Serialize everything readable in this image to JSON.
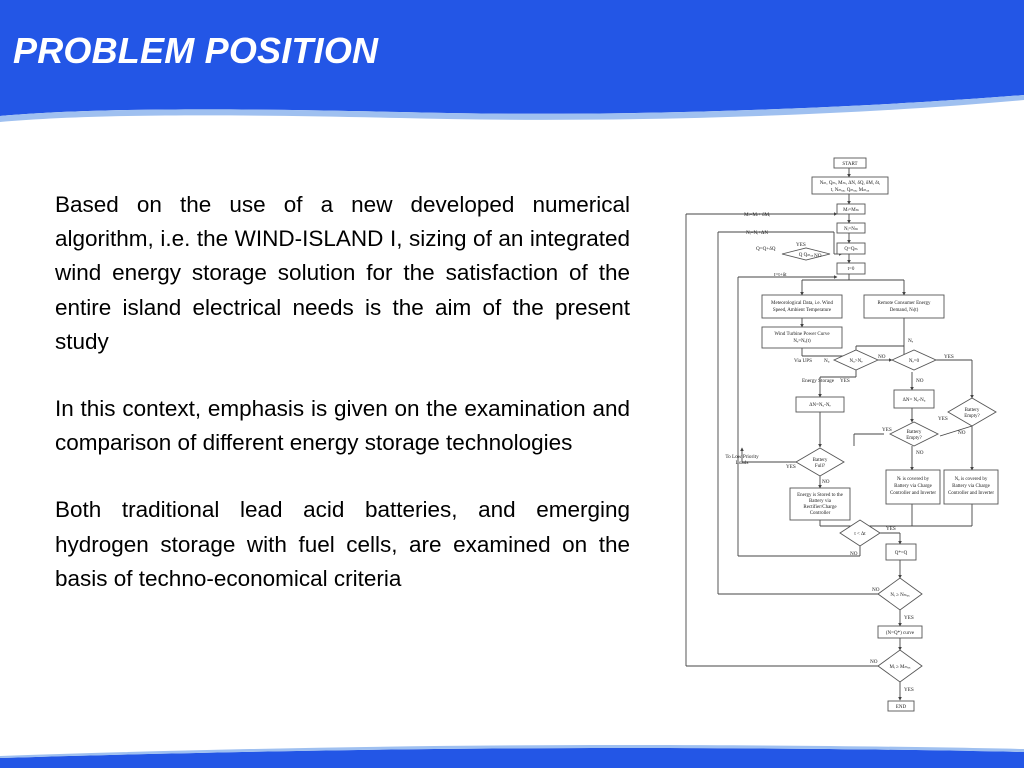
{
  "slide": {
    "title": "PROBLEM POSITION",
    "paragraphs": [
      "Based on the use of a new developed numerical algorithm, i.e. the WIND-ISLAND I, sizing of an integrated wind energy storage solution for the satisfaction of the entire island electrical needs is the aim of the present study",
      "In this context, emphasis is given on the examination and comparison of different energy storage technologies",
      "Both traditional lead acid batteries, and emerging hydrogen storage with fuel cells, are examined on the basis of techno-economical criteria"
    ]
  },
  "colors": {
    "header_blue": "#2356e6",
    "accent_blue": "#9fc0f0",
    "text": "#000000",
    "title_text": "#ffffff"
  },
  "flowchart": {
    "start": "START",
    "init": [
      "Nₘ, Qₘ, Mₘ, ΔN, δQ, δM, δt,",
      "t, Nₘₐₓ, Qₘₐₓ, Mₘₐₓ"
    ],
    "m_assign": "Mₗ=Mₘ",
    "n_assign": "Nᵢ=Nₘ",
    "q_assign": "Q=Qₘ",
    "t_zero": "t=0",
    "loop_m": "Mₗ=Mₗ+ δMᵢ",
    "loop_n": "Nᵢ=Nᵢ+ΔN",
    "loop_q": "Q=Q+δQ",
    "q_check": "Q    Qₘₐₓ",
    "t_inc": "t=t+δt",
    "meteo": [
      "Meteorological Data, i.e. Wind",
      "Speed, Ambient Temperature"
    ],
    "demand": [
      "Remote Consumer Energy",
      "Demand, Nₗ(t)"
    ],
    "power_curve": [
      "Wind Turbine Power Curve",
      "Nₑ=Nₑ(t)"
    ],
    "nd_label": "Nₑ",
    "via_ups": "Via UPS",
    "nu_label": "Nᵤ",
    "cmp1": "Nᵤ>Nₑ",
    "cmp2": "Nₑ=0",
    "energy_storage": "Energy Storage",
    "dn_store": "ΔN=Nᵤ-Nₑ",
    "dn_deficit": "ΔN= Nₑ-Nᵤ",
    "battery_empty_1": [
      "Battery",
      "Empty?"
    ],
    "battery_empty_2": [
      "Battery",
      "Empty?"
    ],
    "battery_full": [
      "Battery",
      "Full?"
    ],
    "low_priority": [
      "To Low Priority",
      "Loads"
    ],
    "stored": [
      "Energy is Stored to the",
      "Battery via",
      "Rectifier/Charge",
      "Controller"
    ],
    "covered_1": [
      "Nₗ is covered by",
      "Battery via Charge",
      "Controller and Inverter"
    ],
    "covered_2": [
      "Nₑ is covered by",
      "Battery via Charge",
      "Controller and Inverter"
    ],
    "t_check": "t < Δt",
    "qstar": "Q*=Q",
    "n_check": "Nᵢ ≥ Nₘₐₓ",
    "curve": "(N=Q*) curve",
    "m_check": "Mᵢ ≥ Mₘₐₓ",
    "end": "END",
    "yes": "YES",
    "no": "NO"
  }
}
